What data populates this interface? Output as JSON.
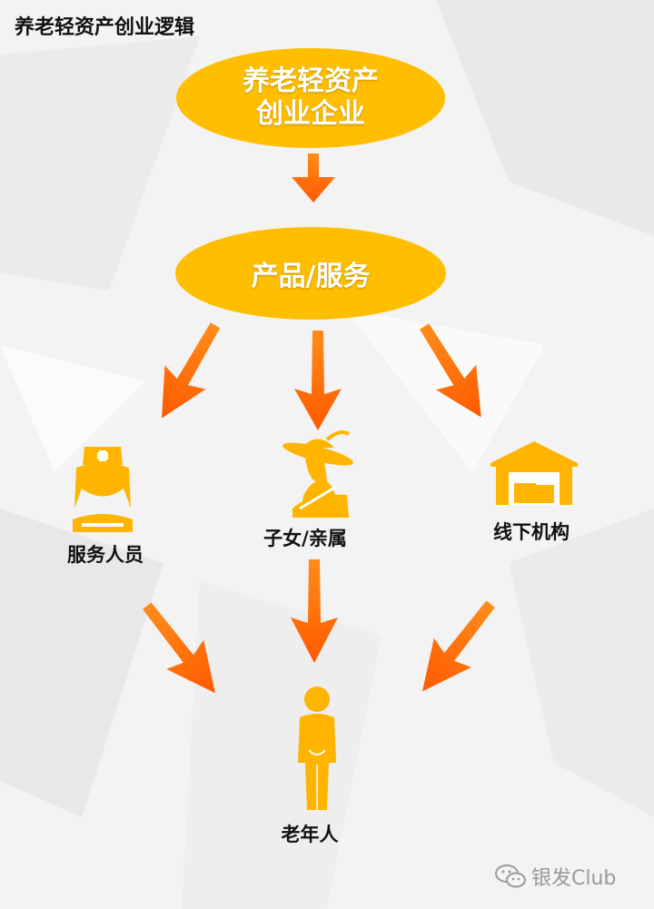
{
  "title": "养老轻资产创业逻辑",
  "nodes": {
    "startup": {
      "line1": "养老轻资产",
      "line2": "创业企业"
    },
    "product": "产品/服务",
    "staff": "服务人员",
    "family": "子女/亲属",
    "institution": "线下机构",
    "elderly": "老年人"
  },
  "colors": {
    "ellipse": "#FFBE00",
    "arrow": "#FF6A00",
    "icon": "#FFB400"
  },
  "watermark": "银发Club"
}
